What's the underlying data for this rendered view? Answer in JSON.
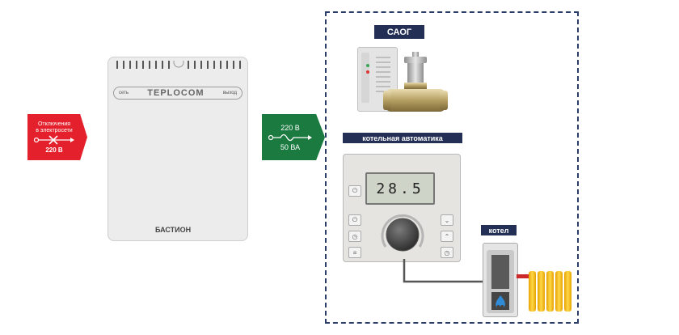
{
  "stabilizer": {
    "label_left": "сеть",
    "brand": "TEPLOCOM",
    "label_right": "выход",
    "maker": "БАСТИОН"
  },
  "input_badge": {
    "line1": "Отключения",
    "line2": "в электросети",
    "voltage": "220 В",
    "color": "#e3202b",
    "icon": "broken-wire-icon"
  },
  "output_badge": {
    "voltage": "220 В",
    "power": "50 ВА",
    "color": "#1b7a40",
    "icon": "ac-sine-icon"
  },
  "saog": {
    "title": "САОГ"
  },
  "automation": {
    "title": "котельная автоматика",
    "display": "28.5"
  },
  "boiler": {
    "title": "котел",
    "icon": "flame-icon"
  },
  "colors": {
    "frame": "#2b3d66",
    "title_bg": "#232f55"
  }
}
